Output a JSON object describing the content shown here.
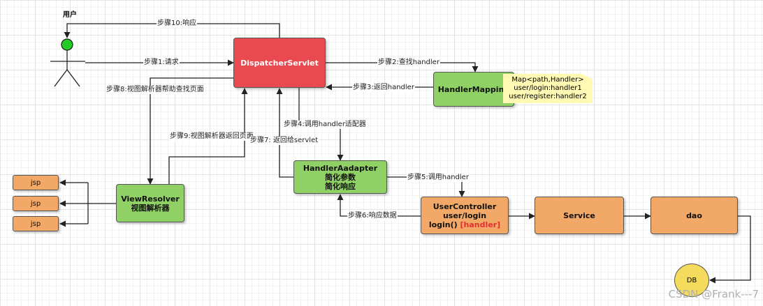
{
  "user": {
    "label": "用户"
  },
  "nodes": {
    "dispatcher": {
      "label": "DispatcherServlet"
    },
    "handler_mapping": {
      "label": "HandlerMapping"
    },
    "note": {
      "lines": [
        "Map<path,Handler>",
        "user/login:handler1",
        "user/register:handler2"
      ]
    },
    "handler_adapter": {
      "lines": [
        "HandlerAadapter",
        "简化参数",
        "简化响应"
      ]
    },
    "view_resolver": {
      "lines": [
        "ViewResolver",
        "视图解析器"
      ]
    },
    "user_controller": {
      "lines": [
        "UserController",
        "user/login"
      ],
      "method": "login()",
      "tag": "[handler]"
    },
    "service": {
      "label": "Service"
    },
    "dao": {
      "label": "dao"
    },
    "db": {
      "label": "DB"
    },
    "jsp": [
      "jsp",
      "jsp",
      "jsp"
    ]
  },
  "steps": {
    "s1": "步骤1:请求",
    "s2": "步骤2:查找handler",
    "s3": "步骤3:返回handler",
    "s4": "步骤4:调用handler适配器",
    "s5": "步骤5:调用handler",
    "s6": "步骤6:响应数据",
    "s7": "步骤7: 返回给servlet",
    "s8": "步骤8:视图解析器帮助查找页面",
    "s9": "步骤9:视图解析器返回页面",
    "s10": "步骤10:响应"
  },
  "watermark": "CSDN @Frank---7",
  "colors": {
    "dispatcher": "#e84a4f",
    "green": "#8fd165",
    "orange": "#f2a866",
    "note": "#fff9b3",
    "db": "#f4db5c",
    "user_head": "#22cc22"
  }
}
